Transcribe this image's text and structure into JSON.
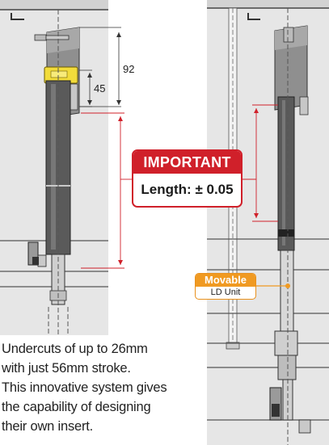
{
  "dimensions": {
    "upper": "92",
    "lower": "45"
  },
  "callout": {
    "heading": "IMPORTANT",
    "body": "Length: ± 0.05"
  },
  "unit_tag": {
    "heading": "Movable",
    "name": "LD Unit"
  },
  "caption_lines": [
    "Undercuts of up to 26mm",
    "with just 56mm stroke.",
    "This innovative system gives",
    "the capability of designing",
    "their own insert."
  ],
  "colors": {
    "accent_red": "#d0202a",
    "accent_orange": "#f09a22",
    "mold_gray": "#e6e6e6",
    "rod_dark": "#5a5a5a",
    "slide_yellow": "#f2dc3b"
  }
}
